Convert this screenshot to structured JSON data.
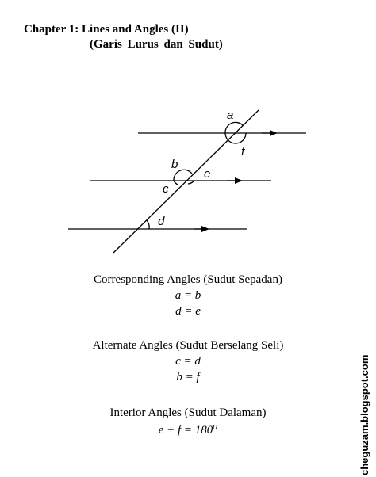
{
  "title": {
    "line1": "Chapter 1: Lines and Angles (II)",
    "line2": "(Garis Lurus dan Sudut)"
  },
  "diagram": {
    "labels": {
      "a": "a",
      "b": "b",
      "c": "c",
      "d": "d",
      "e": "e",
      "f": "f"
    }
  },
  "sections": [
    {
      "heading": "Corresponding Angles (Sudut Sepadan)",
      "equations": [
        "a = b",
        "d = e"
      ]
    },
    {
      "heading": "Alternate Angles (Sudut Berselang Seli)",
      "equations": [
        "c = d",
        "b = f"
      ]
    },
    {
      "heading": "Interior Angles (Sudut Dalaman)",
      "equations": [
        "e + f = 180⁰"
      ]
    }
  ],
  "watermark": "cheguzam.blogspot.com"
}
